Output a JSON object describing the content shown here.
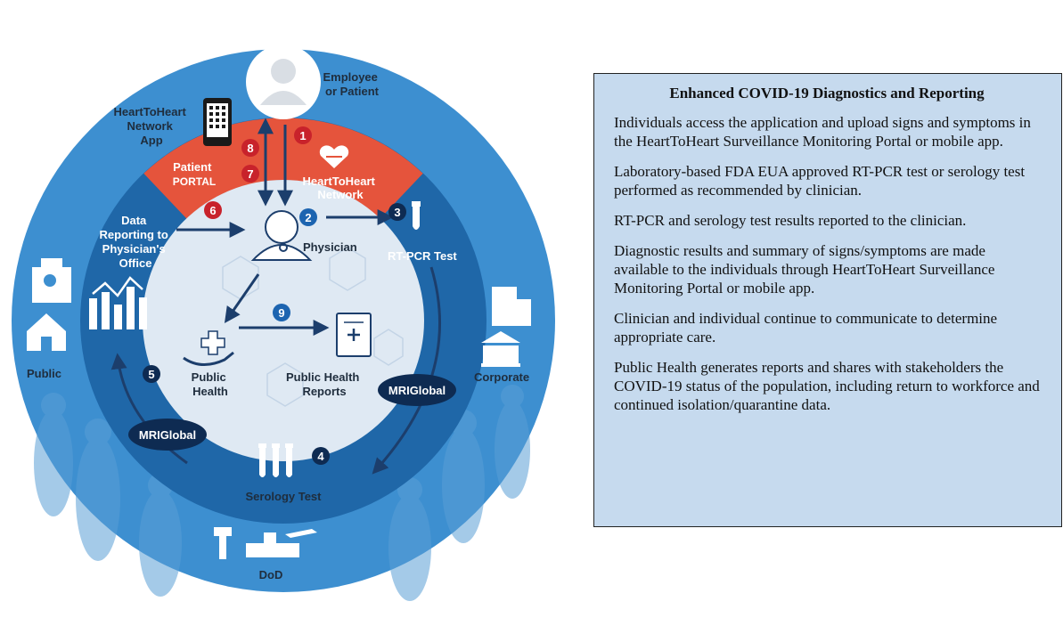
{
  "diagram": {
    "employee_label": [
      "Employee",
      "or Patient"
    ],
    "app_label": [
      "HeartToHeart",
      "Network",
      "App"
    ],
    "portal_label": [
      "Patient",
      "PORTAL"
    ],
    "network_label": [
      "HeartToHeart",
      "Network"
    ],
    "physician_label": "Physician",
    "rtpcr_label": "RT-PCR Test",
    "data_reporting_label": [
      "Data",
      "Reporting to",
      "Physician's",
      "Office"
    ],
    "public_label": "Public",
    "corporate_label": "Corporate",
    "public_health_label": [
      "Public",
      "Health"
    ],
    "public_health_reports_label": [
      "Public Health",
      "Reports"
    ],
    "serology_label": "Serology Test",
    "dod_label": "DoD",
    "mri_logo_text": "MRIGlobal",
    "step_numbers": [
      "1",
      "2",
      "3",
      "4",
      "5",
      "6",
      "7",
      "8",
      "9"
    ],
    "colors": {
      "outer_ring": "#3d8fd0",
      "mid_ring": "#1f67a8",
      "inner_circle": "#dfe9f3",
      "red_sector": "#e5543c",
      "badge_red": "#c8222b",
      "badge_blue": "#1c64b0",
      "badge_navy": "#0e2b52",
      "arrow": "#1c3e6c"
    }
  },
  "info": {
    "title": "Enhanced COVID-19 Diagnostics and Reporting",
    "items": [
      "Individuals access the application and upload signs and symptoms in the HeartToHeart Surveillance Monitoring Portal or mobile app.",
      "Laboratory-based FDA EUA approved RT-PCR test or serology test performed as recommended by clinician.",
      "RT-PCR and serology test results reported to the clinician.",
      "Diagnostic results and summary of signs/symptoms are made available to the individuals through HeartToHeart Surveillance Monitoring Portal or mobile app.",
      "Clinician and individual continue to communicate to determine appropriate care.",
      "Public Health generates reports and shares with stakeholders the COVID-19 status of the population, including return to workforce and continued isolation/quarantine data."
    ]
  }
}
